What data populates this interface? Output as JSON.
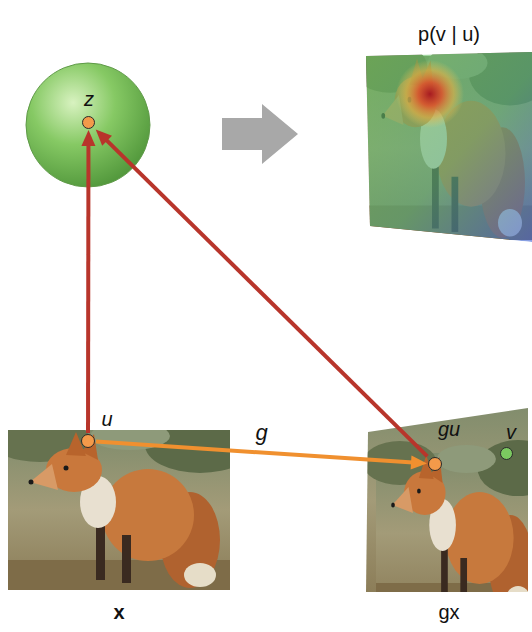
{
  "diagram": {
    "nodes": [
      {
        "text": [
          "z"
        ]
      },
      {
        "text": [
          "p(v | u)"
        ]
      },
      {
        "text": [
          "x"
        ]
      },
      {
        "text": [
          "u"
        ],
        "in": 2
      },
      {
        "text": [
          "gx"
        ]
      },
      {
        "text": [
          "gu"
        ],
        "in": 4
      },
      {
        "text": [
          "v"
        ],
        "in": 4
      }
    ],
    "edges": [
      {
        "from": 3,
        "to": 0,
        "arrow": "to"
      },
      {
        "from": 5,
        "to": 0,
        "arrow": "to"
      },
      {
        "from": 3,
        "to": 5,
        "label": "g",
        "arrow": "to"
      }
    ]
  }
}
